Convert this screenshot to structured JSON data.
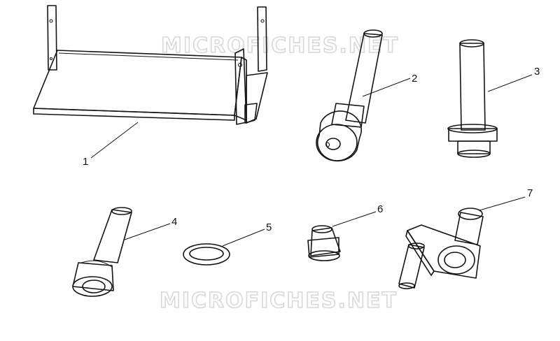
{
  "watermarks": [
    "MICROFICHES.NET",
    "MICROFICHES.NET"
  ],
  "callouts": [
    "1",
    "2",
    "3",
    "4",
    "5",
    "6",
    "7"
  ],
  "colors": {
    "ink": "#141414",
    "watermark": "#d8d8d8",
    "background": "#ffffff"
  }
}
